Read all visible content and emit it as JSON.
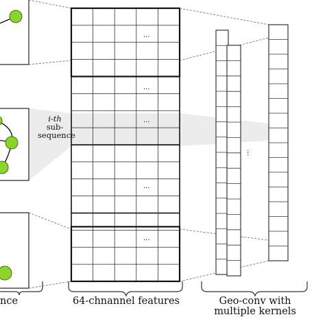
{
  "labels": {
    "sequence_caption": "nce",
    "features_caption": "64-chnannel features",
    "geoconv_caption_line1": "Geo-conv with",
    "geoconv_caption_line2": "multiple kernels",
    "subsequence_line1": "i-th",
    "subsequence_line2": "sub-",
    "subsequence_line3": "sequence",
    "ellipsis": "..."
  },
  "colors": {
    "node_fill": "#8dd42a",
    "node_stroke": "#3d6b10",
    "grid_line": "#222222",
    "highlight_band": "#e8e8e8",
    "dashed_line": "#666666"
  }
}
